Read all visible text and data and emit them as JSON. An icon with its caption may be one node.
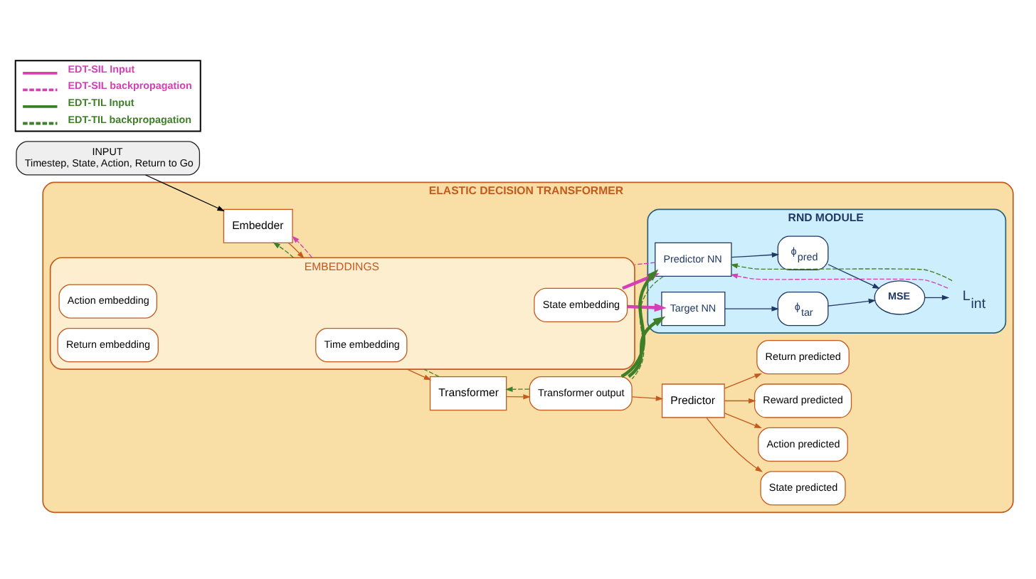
{
  "diagram": {
    "nodes": [
      {
        "text": [
          "INPUT",
          "Timestep, State, Action, Return to Go"
        ]
      },
      {
        "text": [
          "ELASTIC DECISION TRANSFORMER"
        ]
      },
      {
        "text": [
          "Embedder"
        ],
        "in": 1
      },
      {
        "text": [
          "EMBEDDINGS"
        ],
        "in": 1
      },
      {
        "text": [
          "Time embedding"
        ],
        "in": 3
      },
      {
        "text": [
          "State embedding"
        ],
        "in": 3
      },
      {
        "text": [
          "Action embedding"
        ],
        "in": 3
      },
      {
        "text": [
          "Return embedding"
        ],
        "in": 3
      },
      {
        "text": [
          "RND MODULE"
        ],
        "in": 1
      },
      {
        "text": [
          "Target NN"
        ],
        "in": 8
      },
      {
        "text": [
          "ϕ$_{tar}$"
        ],
        "in": 8
      },
      {
        "text": [
          "Predictor NN"
        ],
        "in": 8
      },
      {
        "text": [
          "ϕ$_{pred}$"
        ],
        "in": 8
      },
      {
        "text": [
          "MSE"
        ],
        "in": 8
      },
      {
        "text": [
          "L$_{int}$"
        ],
        "in": 8
      },
      {
        "text": [
          "Transformer"
        ],
        "in": 1
      },
      {
        "text": [
          "Transformer output"
        ],
        "in": 1
      },
      {
        "text": [
          "Predictor"
        ],
        "in": 1
      },
      {
        "text": [
          "State predicted"
        ],
        "in": 1
      },
      {
        "text": [
          "Action predicted"
        ],
        "in": 1
      },
      {
        "text": [
          "Reward predicted"
        ],
        "in": 1
      },
      {
        "text": [
          "Return predicted"
        ],
        "in": 1
      }
    ],
    "edges": [
      {
        "from": 0,
        "to": 2,
        "arrow": "to",
        "color": "#000000"
      },
      {
        "from": 2,
        "to": 3,
        "arrow": "to"
      },
      {
        "from": 3,
        "to": 2,
        "arrow": "to",
        "style": "dashed",
        "color": "#3f7f2a"
      },
      {
        "from": 3,
        "to": 2,
        "arrow": "to",
        "style": "dashed",
        "color": "#d63fb5"
      },
      {
        "from": 3,
        "to": 15,
        "arrow": "to"
      },
      {
        "from": 15,
        "to": 3,
        "arrow": "none",
        "style": "dashed",
        "color": "#3f7f2a"
      },
      {
        "from": 15,
        "to": 16,
        "arrow": "to"
      },
      {
        "from": 16,
        "to": 15,
        "arrow": "to",
        "style": "dashed",
        "color": "#3f7f2a"
      },
      {
        "from": 5,
        "to": 9,
        "arrow": "to",
        "style": "thick",
        "color": "#d63fb5"
      },
      {
        "from": 5,
        "to": 11,
        "arrow": "to",
        "style": "thick",
        "color": "#d63fb5"
      },
      {
        "from": 16,
        "to": 9,
        "arrow": "to",
        "style": "thick",
        "color": "#3f7f2a"
      },
      {
        "from": 16,
        "to": 11,
        "arrow": "to",
        "style": "thick",
        "color": "#3f7f2a"
      },
      {
        "from": 9,
        "to": 10,
        "arrow": "to",
        "color": "#1f3864"
      },
      {
        "from": 11,
        "to": 12,
        "arrow": "to",
        "color": "#1f3864"
      },
      {
        "from": 10,
        "to": 13,
        "arrow": "to",
        "color": "#1f3864"
      },
      {
        "from": 12,
        "to": 13,
        "arrow": "to",
        "color": "#1f3864"
      },
      {
        "from": 13,
        "to": 14,
        "arrow": "to",
        "color": "#1f3864"
      },
      {
        "from": 14,
        "to": 11,
        "arrow": "to",
        "style": "dashed",
        "color": "#d63fb5"
      },
      {
        "from": 11,
        "to": 3,
        "arrow": "none",
        "style": "dashed",
        "color": "#d63fb5"
      },
      {
        "from": 14,
        "to": 11,
        "arrow": "to",
        "style": "dashed",
        "color": "#3f7f2a"
      },
      {
        "from": 11,
        "to": 16,
        "arrow": "none",
        "style": "dashed",
        "color": "#3f7f2a"
      },
      {
        "from": 16,
        "to": 17,
        "arrow": "to"
      },
      {
        "from": 17,
        "to": 18,
        "arrow": "to"
      },
      {
        "from": 17,
        "to": 19,
        "arrow": "to"
      },
      {
        "from": 17,
        "to": 20,
        "arrow": "to"
      },
      {
        "from": 17,
        "to": 21,
        "arrow": "to"
      }
    ],
    "legend": [
      {
        "text": "EDT-SIL Input"
      },
      {
        "text": "EDT-SIL backpropagation"
      },
      {
        "text": "EDT-TIL Input"
      },
      {
        "text": "EDT-TIL backpropagation"
      }
    ]
  }
}
